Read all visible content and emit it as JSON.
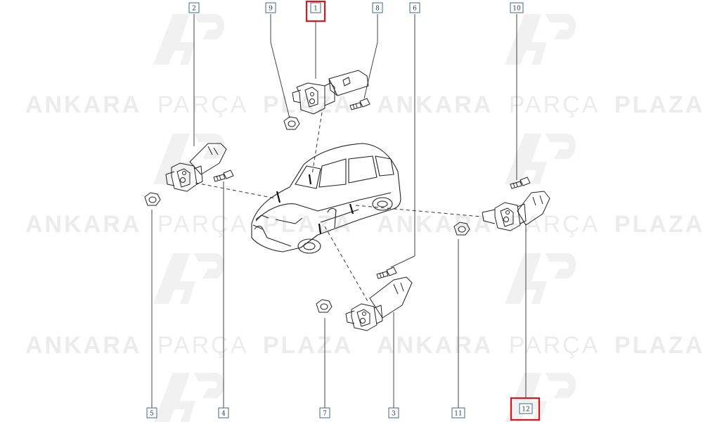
{
  "diagram": {
    "watermark": {
      "logo_letters": "AP",
      "brand_bold_1": "ANKARA",
      "brand_light": "PARÇA",
      "brand_bold_2": "PLAZA"
    },
    "callouts": [
      {
        "id": "c1",
        "label": "1",
        "highlighted": true
      },
      {
        "id": "c2",
        "label": "2",
        "highlighted": false
      },
      {
        "id": "c3",
        "label": "3",
        "highlighted": false
      },
      {
        "id": "c4",
        "label": "4",
        "highlighted": false
      },
      {
        "id": "c5",
        "label": "5",
        "highlighted": false
      },
      {
        "id": "c6",
        "label": "6",
        "highlighted": false
      },
      {
        "id": "c7",
        "label": "7",
        "highlighted": false
      },
      {
        "id": "c8",
        "label": "8",
        "highlighted": false
      },
      {
        "id": "c9",
        "label": "9",
        "highlighted": false
      },
      {
        "id": "c10",
        "label": "10",
        "highlighted": false
      },
      {
        "id": "c11",
        "label": "11",
        "highlighted": false
      },
      {
        "id": "c12",
        "label": "12",
        "highlighted": true
      }
    ],
    "colors": {
      "highlight": "#e0141e",
      "callout_border": "#3a6a8a",
      "line": "#333333",
      "watermark": "#ececec"
    }
  }
}
